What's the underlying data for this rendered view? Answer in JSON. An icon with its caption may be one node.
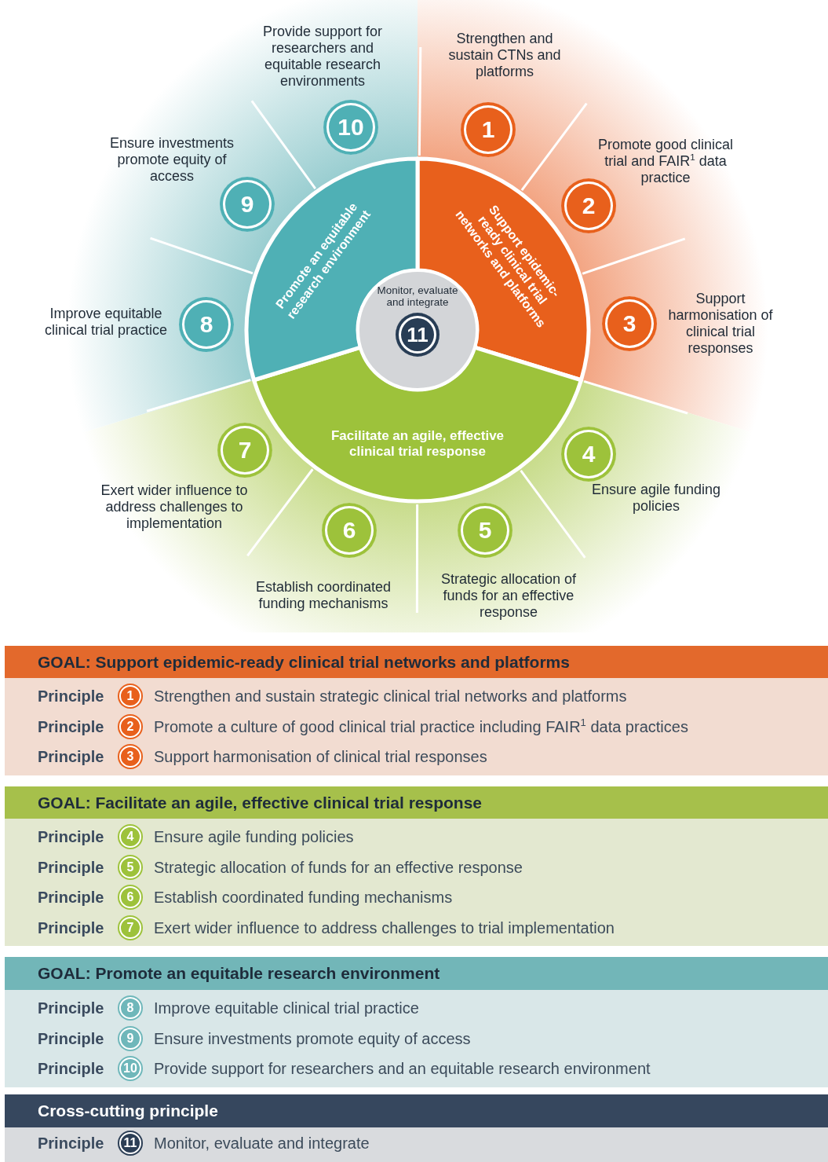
{
  "diagram": {
    "nodes": [
      {
        "text": [
          "Support epidemic-ready clinical trial networks and platforms"
        ]
      },
      {
        "text": [
          "Facilitate an agile, effective clinical trial response"
        ]
      },
      {
        "text": [
          "Promote an equitable research environment"
        ]
      },
      {
        "text": [
          "Monitor, evaluate and integrate"
        ]
      },
      {
        "text": [
          "11"
        ],
        "in": 3
      },
      {
        "text": [
          "1"
        ],
        "beside": [
          "Strengthen and sustain CTNs and platforms"
        ]
      },
      {
        "text": [
          "2"
        ],
        "beside": [
          "Promote good clinical trial and FAIR$^{1}$ data practice"
        ]
      },
      {
        "text": [
          "3"
        ],
        "beside": [
          "Support harmonisation of clinical trial responses"
        ]
      },
      {
        "text": [
          "4"
        ],
        "beside": [
          "Ensure agile funding policies"
        ]
      },
      {
        "text": [
          "5"
        ],
        "beside": [
          "Strategic allocation of funds for an effective response"
        ]
      },
      {
        "text": [
          "6"
        ],
        "beside": [
          "Establish coordinated funding mechanisms"
        ]
      },
      {
        "text": [
          "7"
        ],
        "beside": [
          "Exert wider influence to address challenges to implementation"
        ]
      },
      {
        "text": [
          "8"
        ],
        "beside": [
          "Improve equitable clinical trial practice"
        ]
      },
      {
        "text": [
          "9"
        ],
        "beside": [
          "Ensure investments promote equity of access"
        ]
      },
      {
        "text": [
          "10"
        ],
        "beside": [
          "Provide support for researchers and equitable research environments"
        ]
      },
      {
        "text": [
          "GOAL: Support epidemic-ready clinical trial networks and platforms"
        ]
      },
      {
        "text": [
          "1"
        ],
        "in": 15,
        "beside": [
          "Principle",
          "Strengthen and sustain strategic clinical trial networks and platforms"
        ]
      },
      {
        "text": [
          "2"
        ],
        "in": 15,
        "beside": [
          "Principle",
          "Promote a culture of good clinical trial practice including FAIR$^{1}$ data practices"
        ]
      },
      {
        "text": [
          "3"
        ],
        "in": 15,
        "beside": [
          "Principle",
          "Support harmonisation of clinical trial responses"
        ]
      },
      {
        "text": [
          "GOAL: Facilitate an agile, effective clinical trial response"
        ]
      },
      {
        "text": [
          "4"
        ],
        "in": 19,
        "beside": [
          "Principle",
          "Ensure agile funding policies"
        ]
      },
      {
        "text": [
          "5"
        ],
        "in": 19,
        "beside": [
          "Principle",
          "Strategic allocation of funds for an effective response"
        ]
      },
      {
        "text": [
          "6"
        ],
        "in": 19,
        "beside": [
          "Principle",
          "Establish coordinated funding mechanisms"
        ]
      },
      {
        "text": [
          "7"
        ],
        "in": 19,
        "beside": [
          "Principle",
          "Exert wider influence to address challenges to trial implementation"
        ]
      },
      {
        "text": [
          "GOAL: Promote an equitable research environment"
        ]
      },
      {
        "text": [
          "8"
        ],
        "in": 24,
        "beside": [
          "Principle",
          "Improve equitable clinical trial practice"
        ]
      },
      {
        "text": [
          "9"
        ],
        "in": 24,
        "beside": [
          "Principle",
          "Ensure investments promote equity of access"
        ]
      },
      {
        "text": [
          "10"
        ],
        "in": 24,
        "beside": [
          "Principle",
          "Provide support for researchers and an equitable research environment"
        ]
      },
      {
        "text": [
          "Cross-cutting principle"
        ]
      },
      {
        "text": [
          "11"
        ],
        "in": 28,
        "beside": [
          "Principle",
          "Monitor, evaluate and integrate"
        ]
      }
    ]
  }
}
